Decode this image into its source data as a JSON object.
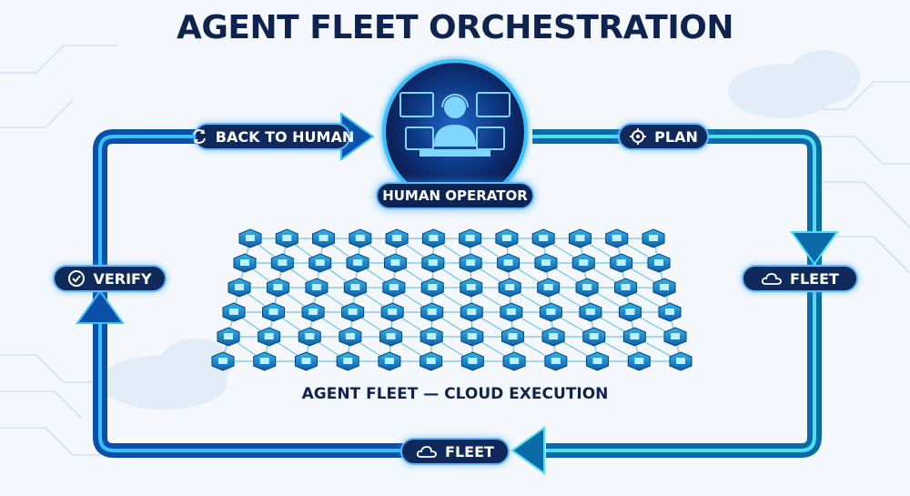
{
  "title": "AGENT FLEET ORCHESTRATION",
  "hub": {
    "label": "HUMAN OPERATOR",
    "icon": "operator-headset-icon"
  },
  "stages": {
    "back_to_human": {
      "label": "BACK TO HUMAN",
      "icon": "refresh-icon"
    },
    "plan": {
      "label": "PLAN",
      "icon": "gear-icon"
    },
    "fleet_right": {
      "label": "FLEET",
      "icon": "cloud-icon"
    },
    "fleet_bottom": {
      "label": "FLEET",
      "icon": "cloud-icon"
    },
    "verify": {
      "label": "VERIFY",
      "icon": "check-circle-icon"
    }
  },
  "fleet": {
    "caption": "AGENT FLEET — CLOUD EXECUTION",
    "node_icon": "agent-chip-icon"
  },
  "colors": {
    "title": "#0f2350",
    "pill_bg": "#0f2a5a",
    "pill_border": "#5fb8ff",
    "loop_dark": "#0b4fa8",
    "loop_glow": "#37c2ff",
    "node": "#1d9bd8"
  }
}
